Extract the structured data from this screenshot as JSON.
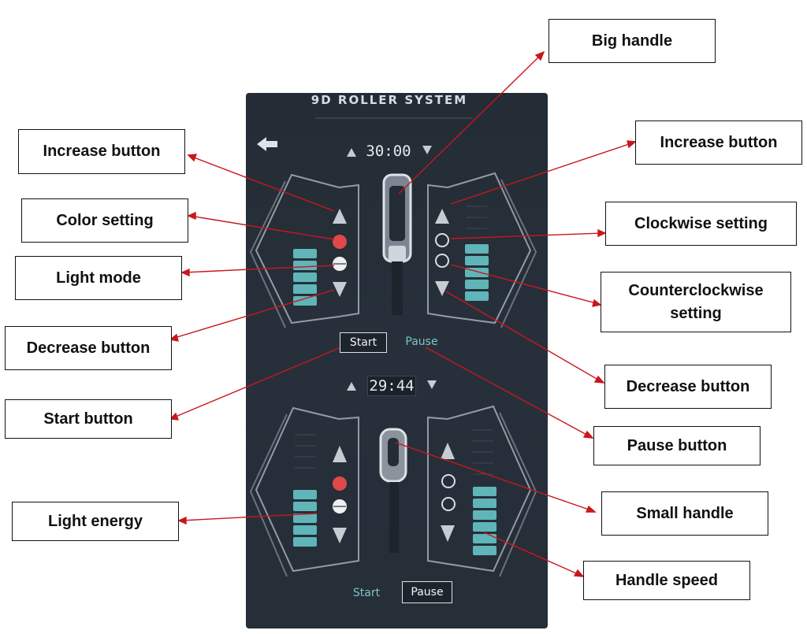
{
  "screen": {
    "title": "9D ROLLER SYSTEM",
    "top_timer": "30:00",
    "bottom_timer": "29:44",
    "top_start_label": "Start",
    "top_pause_label": "Pause",
    "bottom_start_label": "Start",
    "bottom_pause_label": "Pause"
  },
  "callouts": {
    "big_handle": "Big handle",
    "increase_left": "Increase button",
    "increase_right": "Increase button",
    "color_setting": "Color setting",
    "clockwise_setting": "Clockwise setting",
    "light_mode": "Light mode",
    "counterclockwise_setting": "Counterclockwise setting",
    "decrease_left": "Decrease button",
    "decrease_right": "Decrease button",
    "start_button": "Start button",
    "pause_button": "Pause button",
    "small_handle": "Small handle",
    "light_energy": "Light energy",
    "handle_speed": "Handle speed"
  },
  "colors": {
    "screen_bg": "#262e38",
    "accent_teal": "#5fb5b8",
    "color_dot": "#e0484b",
    "arrow_red": "#c8171d"
  }
}
